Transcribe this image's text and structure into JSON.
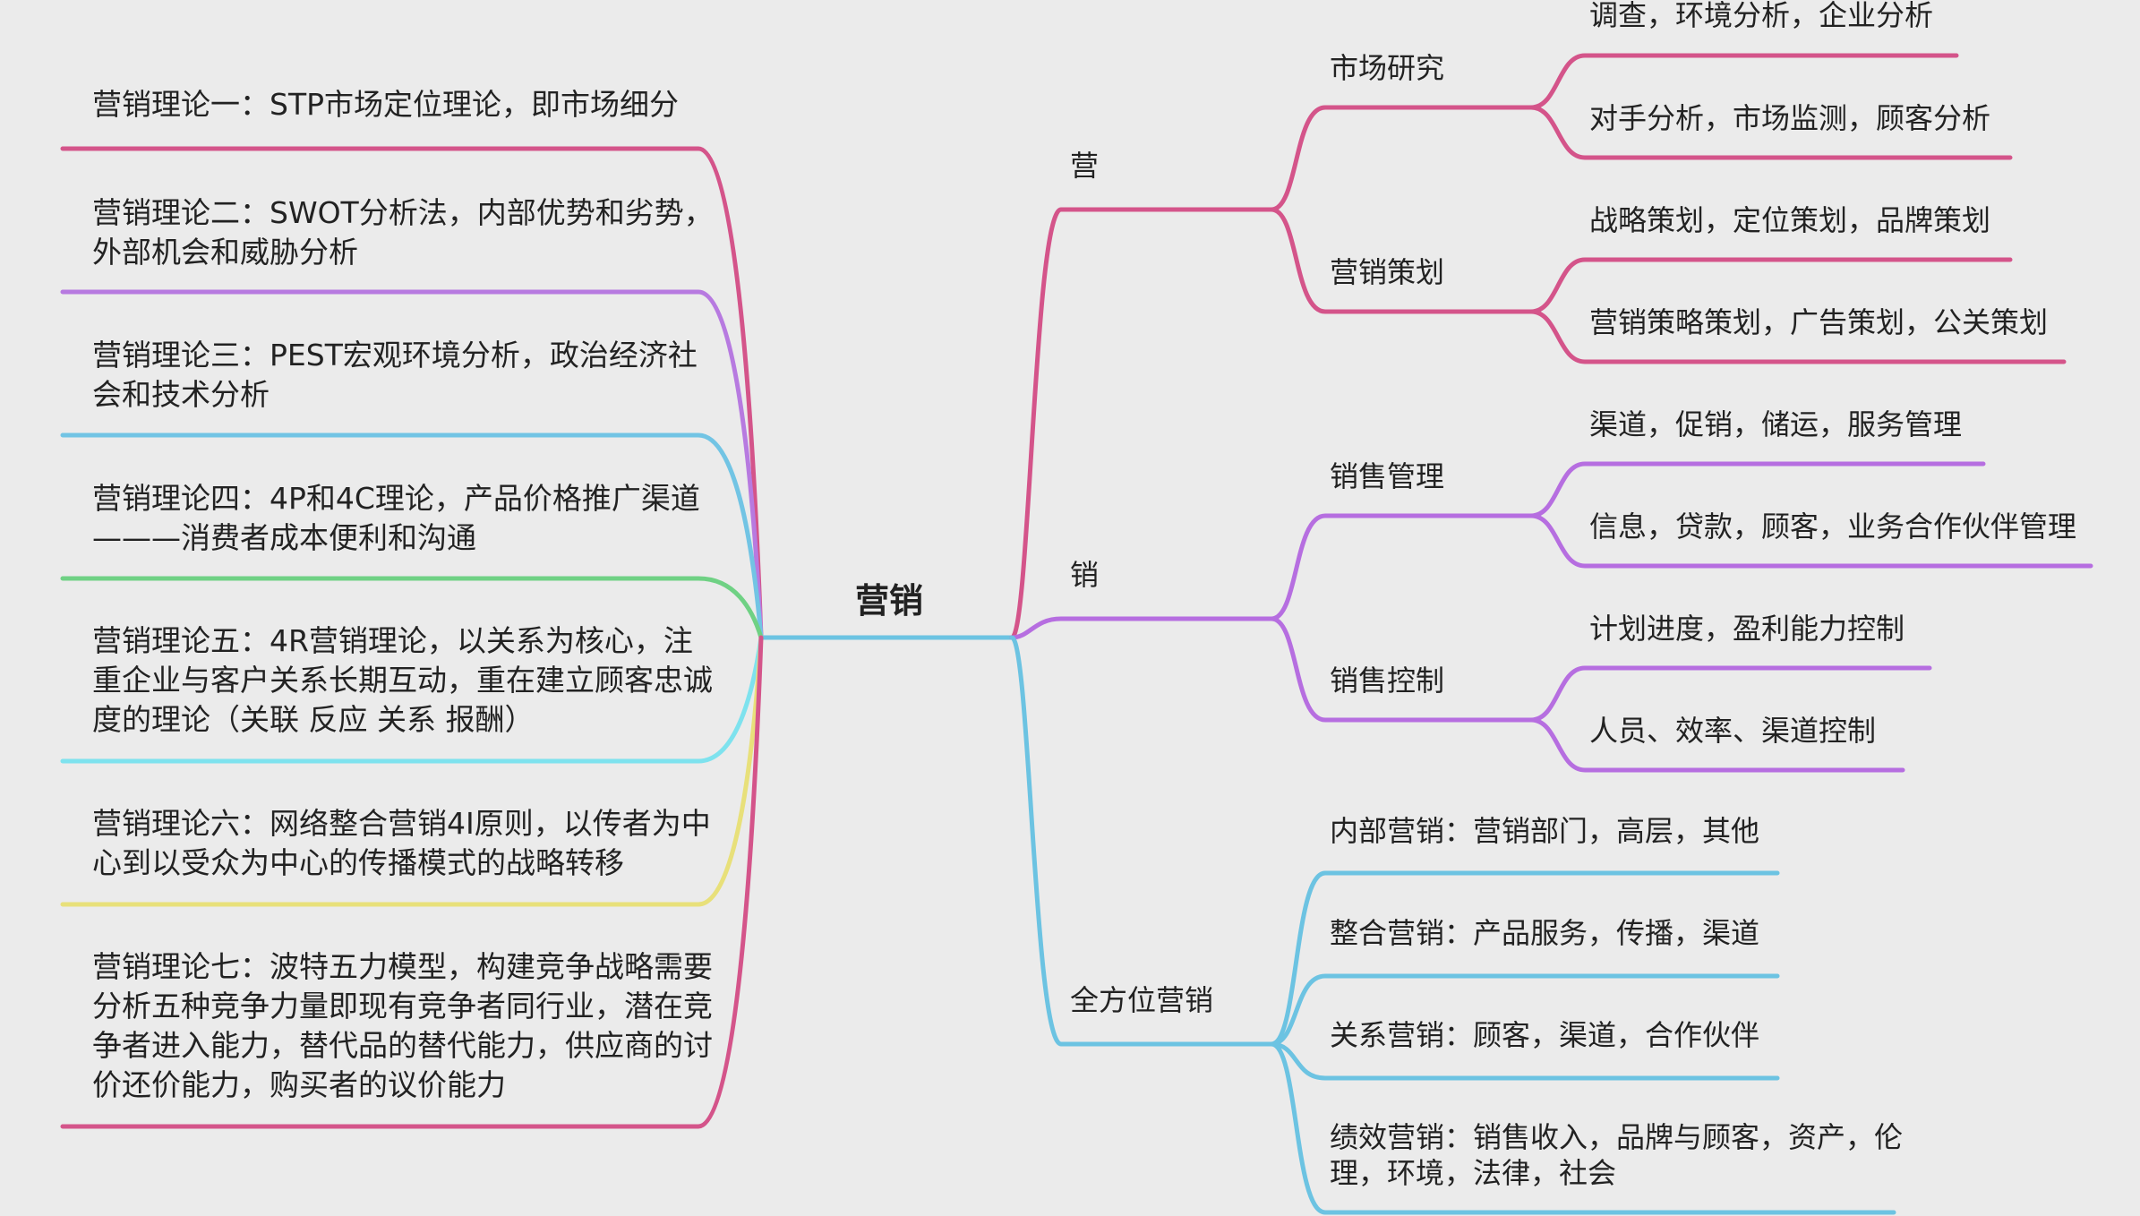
{
  "central": "营销",
  "theories": [
    {
      "text": "营销理论一：STP市场定位理论，即市场细分",
      "color": "#d4548a"
    },
    {
      "text": "营销理论二：SWOT分析法，内部优势和劣势，外部机会和威胁分析",
      "color": "#b77ae0"
    },
    {
      "text": "营销理论三：PEST宏观环境分析，政治经济社会和技术分析",
      "color": "#72c4e4"
    },
    {
      "text": "营销理论四：4P和4C理论，产品价格推广渠道———消费者成本便利和沟通",
      "color": "#6fd184"
    },
    {
      "text": "营销理论五：4R营销理论，以关系为核心，注重企业与客户关系长期互动，重在建立顾客忠诚度的理论（关联 反应 关系 报酬）",
      "color": "#7ee2ee"
    },
    {
      "text": "营销理论六：网络整合营销4I原则，以传者为中心到以受众为中心的传播模式的战略转移",
      "color": "#e8e07a"
    },
    {
      "text": "营销理论七：波特五力模型，构建竞争战略需要分析五种竞争力量即现有竞争者同行业，潜在竞争者进入能力，替代品的替代能力，供应商的讨价还价能力，购买者的议价能力",
      "color": "#d4548a"
    }
  ],
  "branches": [
    {
      "label": "营",
      "color": "#d4548a",
      "subs": [
        {
          "label": "市场研究",
          "leaves": [
            "调查，环境分析，企业分析",
            "对手分析，市场监测，顾客分析"
          ]
        },
        {
          "label": "营销策划",
          "leaves": [
            "战略策划，定位策划，品牌策划",
            "营销策略策划，广告策划，公关策划"
          ]
        }
      ]
    },
    {
      "label": "销",
      "color": "#b66ee0",
      "subs": [
        {
          "label": "销售管理",
          "leaves": [
            "渠道，促销，储运，服务管理",
            "信息，贷款，顾客，业务合作伙伴管理"
          ]
        },
        {
          "label": "销售控制",
          "leaves": [
            "计划进度，盈利能力控制",
            "人员、效率、渠道控制"
          ]
        }
      ]
    },
    {
      "label": "全方位营销",
      "color": "#6cc3e2",
      "subs": [
        {
          "label": "内部营销：营销部门，高层，其他"
        },
        {
          "label": "整合营销：产品服务，传播，渠道"
        },
        {
          "label": "关系营销：顾客，渠道，合作伙伴"
        },
        {
          "label": "绩效营销：销售收入，品牌与顾客，资产，伦理，环境，法律，社会"
        }
      ]
    }
  ],
  "hub_color": "#6cc3e2"
}
